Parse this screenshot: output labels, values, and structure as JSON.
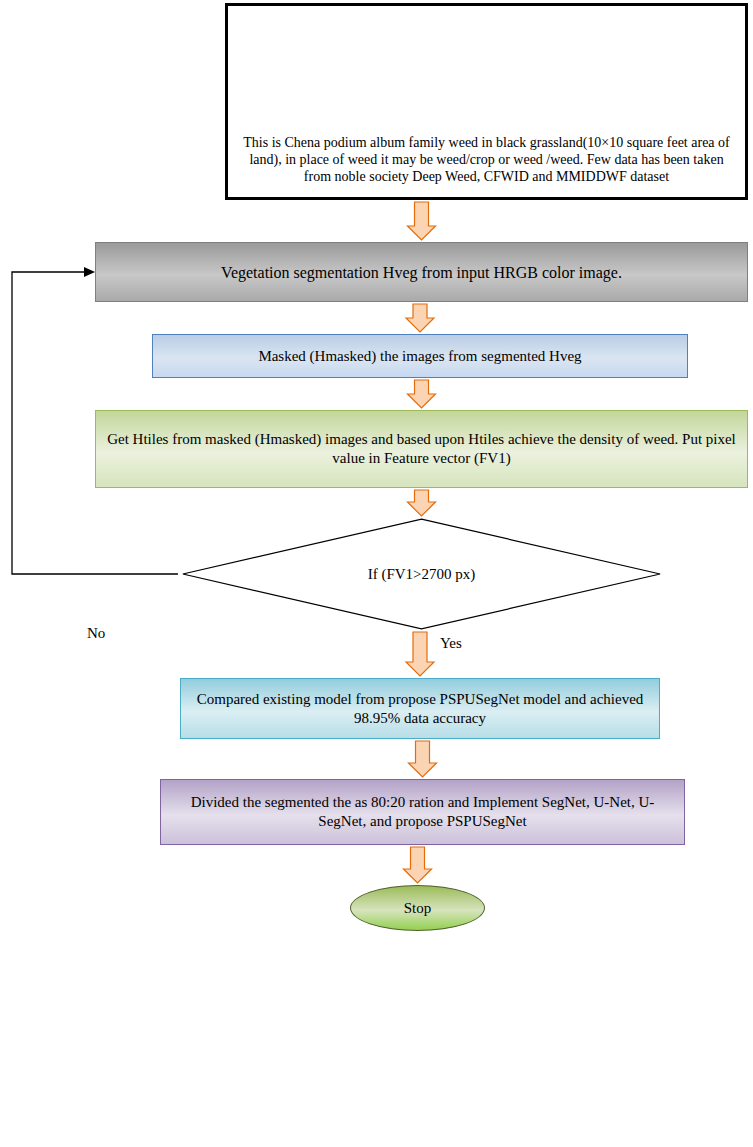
{
  "diagram": {
    "nodes": [
      {
        "text": [
          "This is Chena podium album family weed in black grassland(10×10 square feet area of land), in place of weed it may be weed/crop or weed /weed. Few data has been taken from noble society Deep Weed, CFWID and MMIDDWF dataset"
        ]
      },
      {
        "text": [
          "Vegetation segmentation Hveg from input HRGB color image."
        ]
      },
      {
        "text": [
          "Masked (Hmasked) the images from segmented Hveg"
        ]
      },
      {
        "text": [
          "Get Htiles from masked (Hmasked) images and based upon Htiles achieve the density of weed. Put pixel value in Feature vector (FV1)"
        ]
      },
      {
        "text": [
          "If (FV1>2700 px)"
        ]
      },
      {
        "text": [
          "Compared existing model from propose PSPUSegNet model and achieved 98.95% data accuracy"
        ]
      },
      {
        "text": [
          "Divided the segmented the as 80:20 ration and Implement SegNet, U-Net, U-SegNet, and propose PSPUSegNet"
        ]
      },
      {
        "text": [
          "Stop"
        ]
      }
    ],
    "edges": [
      {
        "from": 0,
        "to": 1,
        "arrow": "to"
      },
      {
        "from": 1,
        "to": 2,
        "arrow": "to"
      },
      {
        "from": 2,
        "to": 3,
        "arrow": "to"
      },
      {
        "from": 3,
        "to": 4,
        "arrow": "to"
      },
      {
        "from": 4,
        "to": 1,
        "label": "No",
        "arrow": "to"
      },
      {
        "from": 4,
        "to": 5,
        "label": "Yes",
        "arrow": "to"
      },
      {
        "from": 5,
        "to": 6,
        "arrow": "to"
      },
      {
        "from": 6,
        "to": 7,
        "arrow": "to"
      }
    ]
  }
}
